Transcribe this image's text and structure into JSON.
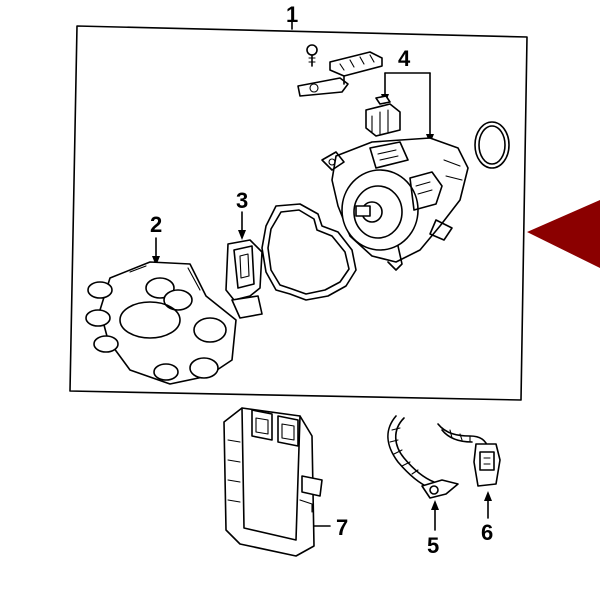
{
  "callouts": {
    "c1": "1",
    "c2": "2",
    "c3": "3",
    "c4": "4",
    "c5": "5",
    "c6": "6",
    "c7": "7"
  },
  "colors": {
    "line": "#000000",
    "background": "#ffffff",
    "indicator": "#8b0000"
  },
  "icons": {
    "indicator": "red-triangle-pointer-icon"
  }
}
